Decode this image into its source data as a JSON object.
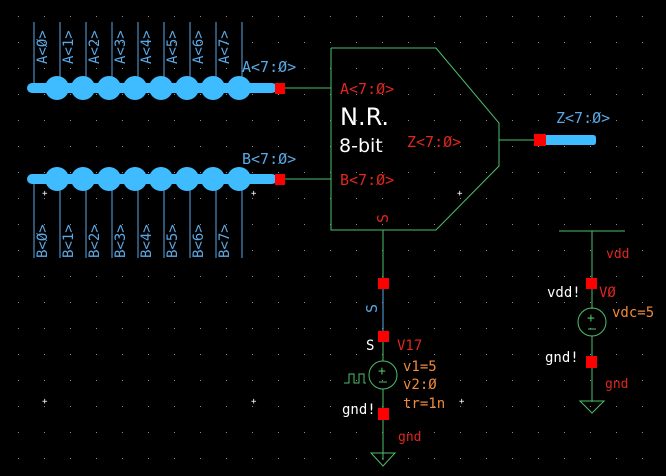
{
  "app": {
    "view": "schematic-editor"
  },
  "colors": {
    "background": "#000000",
    "grid_dot": "#8a8a8a",
    "wire": "#4dbf6a",
    "bus": "#3fbcff",
    "bus_label": "#5aa9e6",
    "pin": "#ff0000",
    "pin_label": "#e0261e",
    "symbol_text": "#ffffff",
    "param_text": "#f08a3c",
    "net_label_white": "#ffffff"
  },
  "block": {
    "title_line1": "N.R.",
    "title_line2": "8-bit",
    "pins": {
      "a": "A<7:0>",
      "b": "B<7:0>",
      "z": "Z<7:0>",
      "s": "S"
    }
  },
  "bus_a": {
    "label": "A<7:0>",
    "taps": [
      "A<0>",
      "A<1>",
      "A<2>",
      "A<3>",
      "A<4>",
      "A<5>",
      "A<6>",
      "A<7>"
    ]
  },
  "bus_b": {
    "label": "B<7:0>",
    "taps": [
      "B<0>",
      "B<1>",
      "B<2>",
      "B<3>",
      "B<4>",
      "B<5>",
      "B<6>",
      "B<7>"
    ]
  },
  "bus_z": {
    "label": "Z<7:0>"
  },
  "s_net": {
    "wire_label": "S",
    "pin_label": "S"
  },
  "v17": {
    "instance": "V17",
    "params": [
      "v1=5",
      "v2:0",
      "tr=1n"
    ],
    "top_net": "S",
    "bottom_net": "gnd!",
    "gnd_label": "gnd"
  },
  "v0": {
    "instance": "V0",
    "params": [
      "vdc=5"
    ],
    "top_net": "vdd!",
    "vdd_label": "vdd",
    "bottom_net": "gnd!",
    "gnd_label": "gnd"
  }
}
